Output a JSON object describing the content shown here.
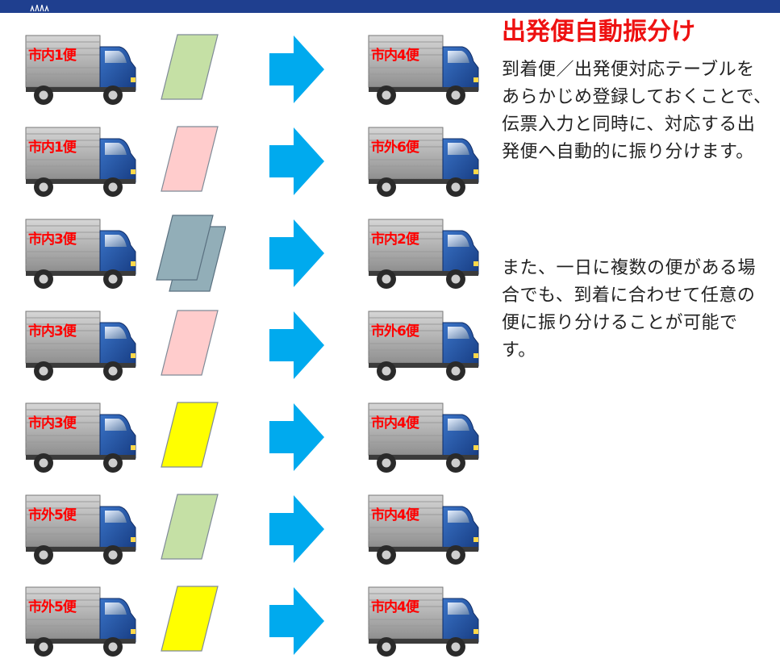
{
  "title": "出発便自動振分け",
  "description": {
    "paragraph1": "到着便／出発便対応テーブルをあらかじめ登録しておくことで、伝票入力と同時に、対応する出発便へ自動的に振り分けます。",
    "paragraph2": "また、一日に複数の便がある場合でも、到着に合わせて任意の便に振り分けることが可能です。"
  },
  "colors": {
    "header_bar": "#1f3f8f",
    "title": "#ee1111",
    "truck_label": "#ff0000",
    "arrow": "#00aaee",
    "truck_cab": "#1f4fa3"
  },
  "rows": [
    {
      "from": "市内1便",
      "slip": "green-slip",
      "slip_color": "#c5e0a5",
      "to": "市内4便"
    },
    {
      "from": "市内1便",
      "slip": "pink-slip",
      "slip_color": "#ffcccc",
      "to": "市外6便"
    },
    {
      "from": "市内3便",
      "slip": "stacked-gray-slips",
      "slip_color": "#92aeb8",
      "to": "市内2便"
    },
    {
      "from": "市内3便",
      "slip": "pink-slip",
      "slip_color": "#ffcccc",
      "to": "市外6便"
    },
    {
      "from": "市内3便",
      "slip": "yellow-slip",
      "slip_color": "#ffff00",
      "to": "市内4便"
    },
    {
      "from": "市外5便",
      "slip": "green-slip",
      "slip_color": "#c5e0a5",
      "to": "市内4便"
    },
    {
      "from": "市外5便",
      "slip": "yellow-slip",
      "slip_color": "#ffff00",
      "to": "市内4便"
    }
  ]
}
